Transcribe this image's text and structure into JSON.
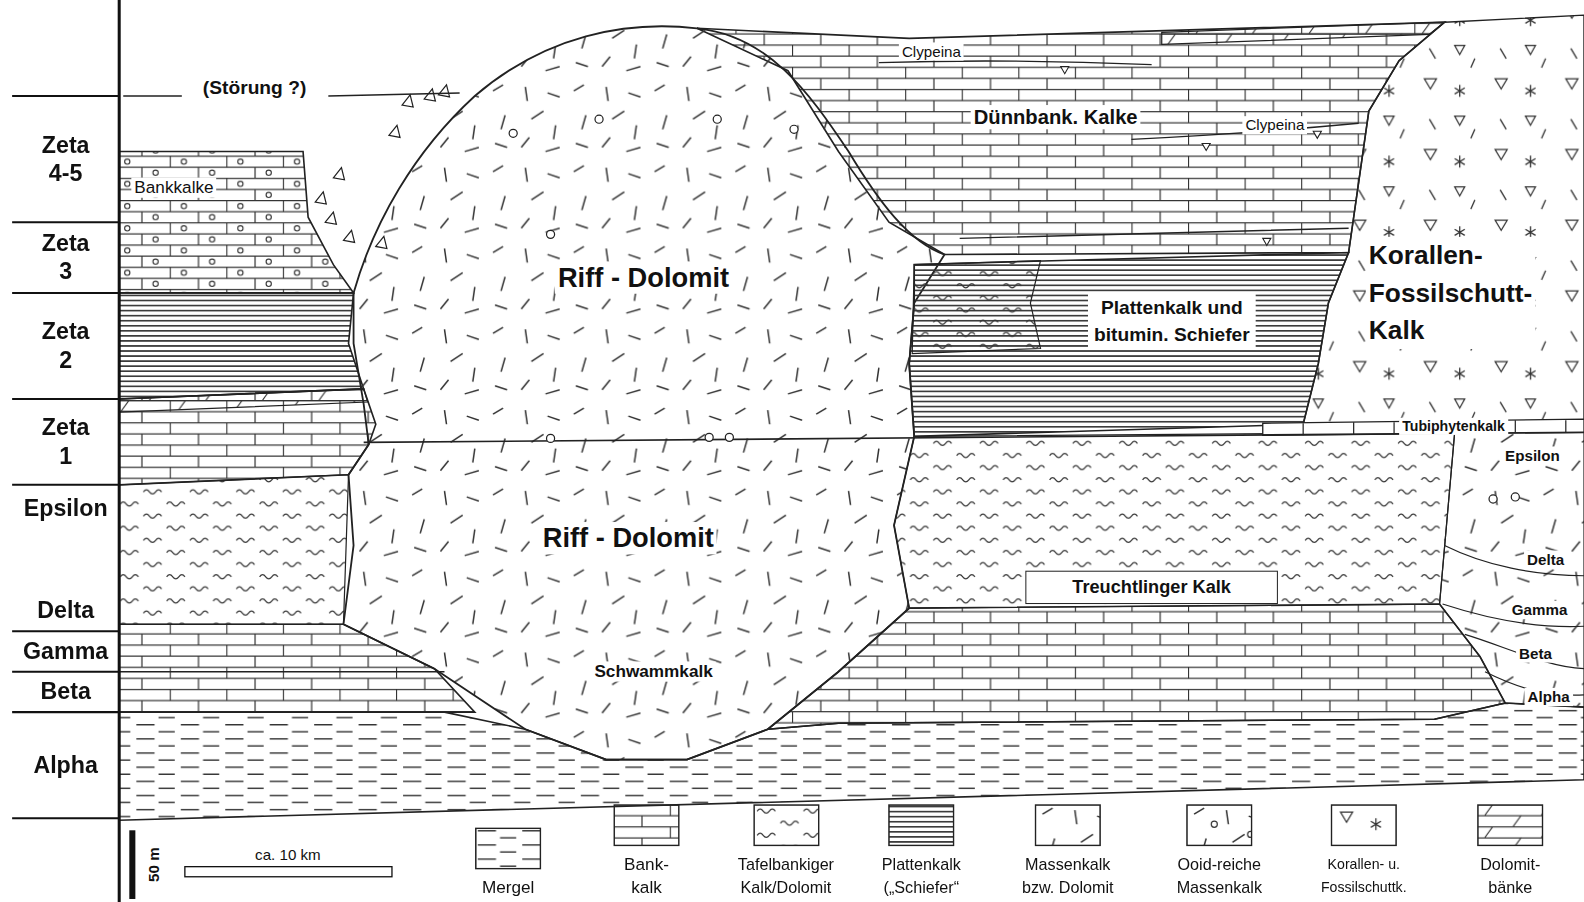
{
  "diagram": {
    "nodes": [
      {
        "text": [
          "Zeta 4-5"
        ]
      },
      {
        "text": [
          "Zeta 3"
        ]
      },
      {
        "text": [
          "Zeta 2"
        ]
      },
      {
        "text": [
          "Zeta 1"
        ]
      },
      {
        "text": [
          "Epsilon",
          "Delta"
        ]
      },
      {
        "text": [
          "Gamma"
        ]
      },
      {
        "text": [
          "Beta"
        ]
      },
      {
        "text": [
          "Alpha"
        ]
      },
      {
        "text": [
          "Treuchtlinger Kalk"
        ]
      }
    ],
    "labels": [
      "(Störung ?)",
      "Bankkalke",
      "Riff - Dolomit",
      "Clypeina",
      "Dünnbank. Kalke",
      "Clypeina",
      "Korallen- Fossilschutt- Kalk",
      "Plattenkalk und bitumin. Schiefer",
      "Tubiphytenkalk",
      "Epsilon",
      "Riff - Dolomit",
      "Schwammkalk",
      "Delta",
      "Gamma",
      "Beta",
      "Alpha",
      "50 m",
      "ca. 10 km"
    ],
    "legend": [
      {
        "text": "Mergel"
      },
      {
        "text": "Bank- kalk"
      },
      {
        "text": "Tafelbankiger Kalk/Dolomit"
      },
      {
        "text": "Plattenkalk („Schiefer“"
      },
      {
        "text": "Massenkalk bzw. Dolomit"
      },
      {
        "text": "Ooid-reiche Massenkalk"
      },
      {
        "text": "Korallen- u. Fossilschuttk."
      },
      {
        "text": "Dolomit- bänke"
      }
    ]
  }
}
